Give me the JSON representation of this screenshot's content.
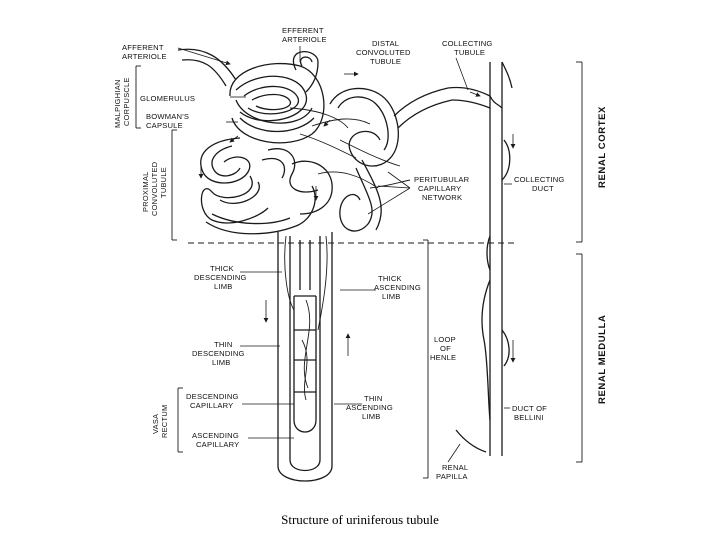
{
  "labels": {
    "efferent_arteriole_1": "EFFERENT",
    "efferent_arteriole_2": "ARTERIOLE",
    "afferent_arteriole_1": "AFFERENT",
    "afferent_arteriole_2": "ARTERIOLE",
    "distal_1": "DISTAL",
    "distal_2": "CONVOLUTED",
    "distal_3": "TUBULE",
    "collecting_tubule_1": "COLLECTING",
    "collecting_tubule_2": "TUBULE",
    "glomerulus": "GLOMERULUS",
    "bowmans_1": "BOWMAN'S",
    "bowmans_2": "CAPSULE",
    "peritubular_1": "PERITUBULAR",
    "peritubular_2": "CAPILLARY",
    "peritubular_3": "NETWORK",
    "collecting_duct_1": "COLLECTING",
    "collecting_duct_2": "DUCT",
    "thick_desc_1": "THICK",
    "thick_desc_2": "DESCENDING",
    "thick_desc_3": "LIMB",
    "thick_asc_1": "THICK",
    "thick_asc_2": "ASCENDING",
    "thick_asc_3": "LIMB",
    "thin_desc_1": "THIN",
    "thin_desc_2": "DESCENDING",
    "thin_desc_3": "LIMB",
    "loop_1": "LOOP",
    "loop_2": "OF",
    "loop_3": "HENLE",
    "desc_cap_1": "DESCENDING",
    "desc_cap_2": "CAPILLARY",
    "thin_asc_1": "THIN",
    "thin_asc_2": "ASCENDING",
    "thin_asc_3": "LIMB",
    "duct_bellini_1": "DUCT OF",
    "duct_bellini_2": "BELLINI",
    "asc_cap_1": "ASCENDING",
    "asc_cap_2": "CAPILLARY",
    "renal_papilla_1": "RENAL",
    "renal_papilla_2": "PAPILLA"
  },
  "side_labels": {
    "malpighian_1": "MALPIGHIAN",
    "malpighian_2": "CORPUSCLE",
    "proximal_1": "PROXIMAL",
    "proximal_2": "CONVOLUTED",
    "proximal_3": "TUBULE",
    "vasa_recta_1": "VASA",
    "vasa_recta_2": "RECTUM"
  },
  "regions": {
    "renal_cortex": "RENAL CORTEX",
    "renal_medulla": "RENAL MEDULLA"
  },
  "caption": "Structure of uriniferous tubule"
}
